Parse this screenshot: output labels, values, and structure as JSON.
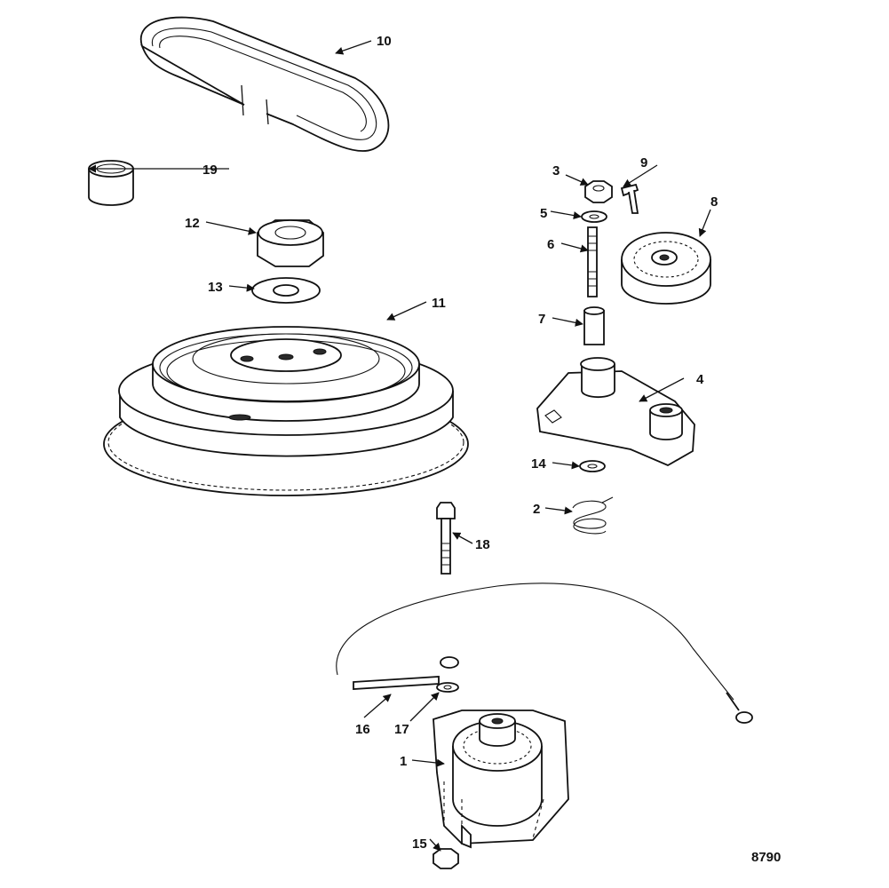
{
  "figure_id": "8790",
  "callouts": [
    "10",
    "19",
    "3",
    "9",
    "12",
    "5",
    "8",
    "6",
    "13",
    "11",
    "7",
    "4",
    "14",
    "2",
    "18",
    "16",
    "17",
    "1",
    "15"
  ]
}
